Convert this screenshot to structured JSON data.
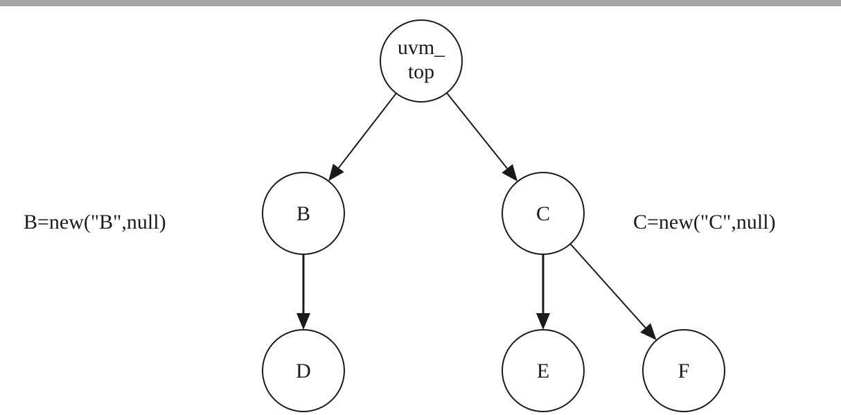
{
  "colors": {
    "top_band": "#a6a6a6",
    "ink": "#1a1a1a",
    "background": "#ffffff"
  },
  "nodes": [
    {
      "id": "uvm_top",
      "lines": [
        "uvm_",
        "top"
      ]
    },
    {
      "id": "B",
      "lines": [
        "B"
      ]
    },
    {
      "id": "C",
      "lines": [
        "C"
      ]
    },
    {
      "id": "D",
      "lines": [
        "D"
      ]
    },
    {
      "id": "E",
      "lines": [
        "E"
      ]
    },
    {
      "id": "F",
      "lines": [
        "F"
      ]
    }
  ],
  "edges": [
    {
      "from": "uvm_top",
      "to": "B"
    },
    {
      "from": "uvm_top",
      "to": "C"
    },
    {
      "from": "B",
      "to": "D"
    },
    {
      "from": "C",
      "to": "E"
    },
    {
      "from": "C",
      "to": "F"
    }
  ],
  "annotations": {
    "b_constructor": "B=new(\"B\",null)",
    "c_constructor": "C=new(\"C\",null)"
  }
}
